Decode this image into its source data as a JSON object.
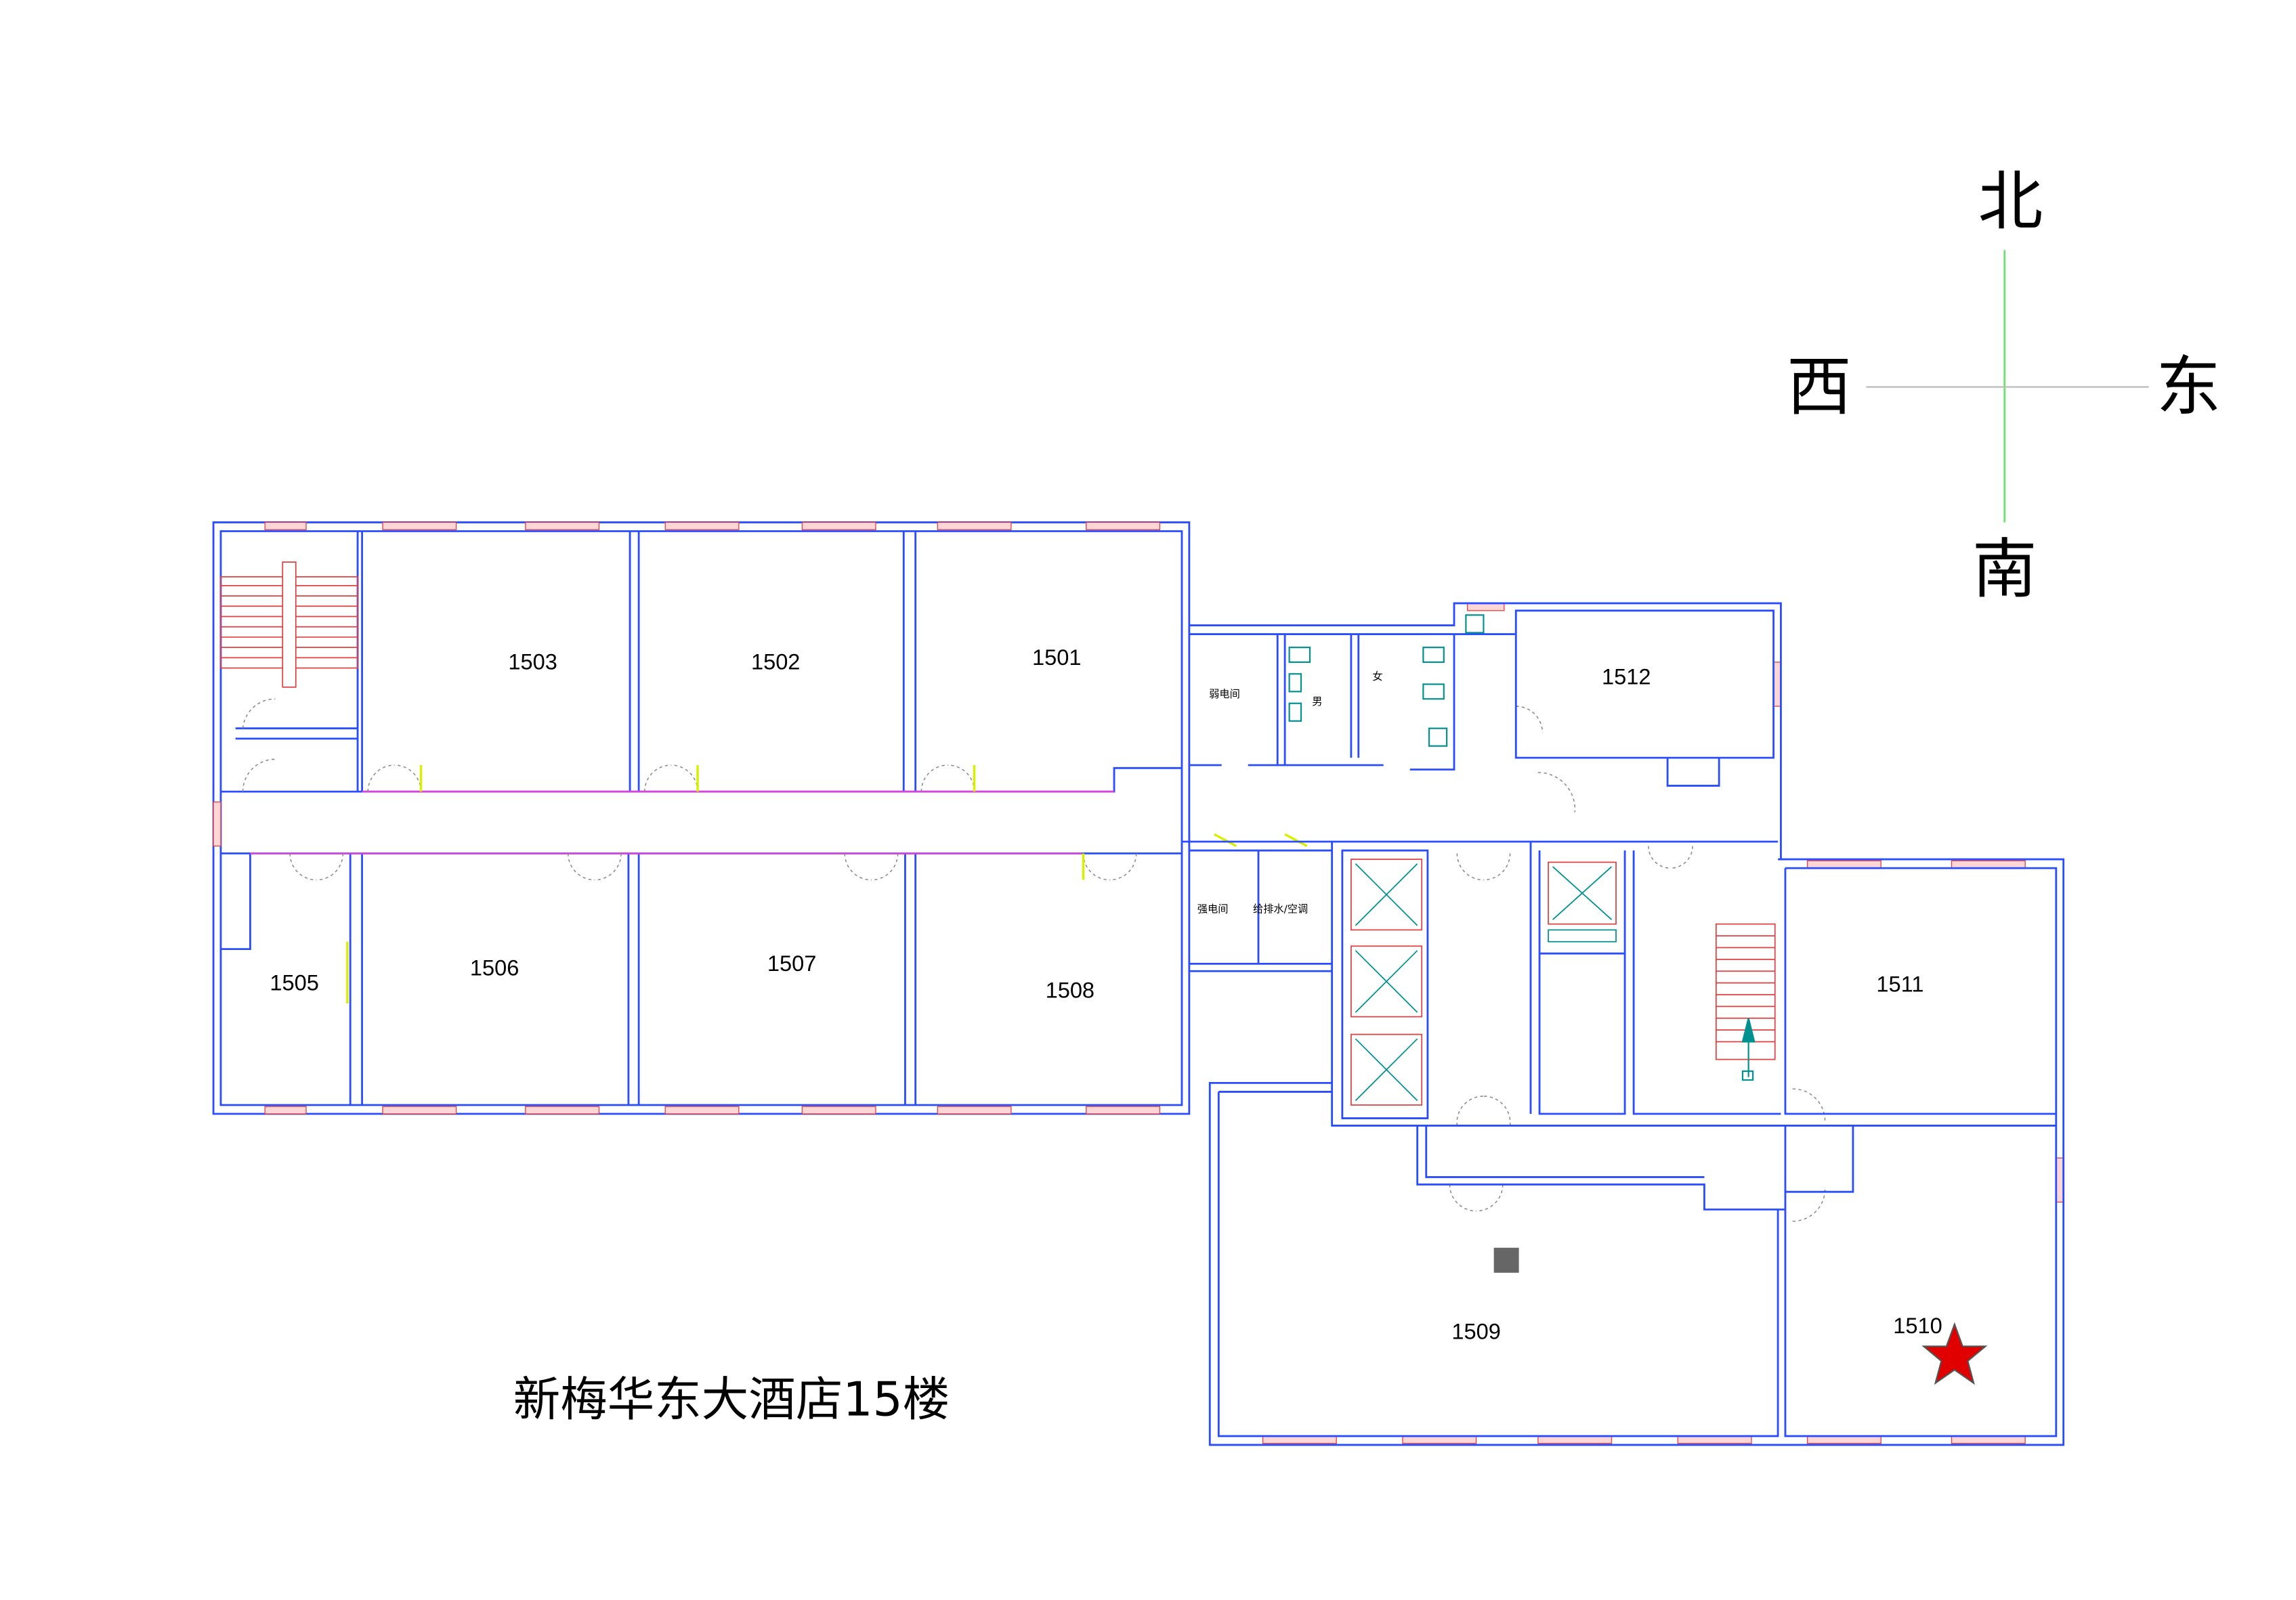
{
  "title": "新梅华东大酒店15楼",
  "compass": {
    "north": "北",
    "south": "南",
    "east": "东",
    "west": "西"
  },
  "rooms": {
    "r1501": "1501",
    "r1502": "1502",
    "r1503": "1503",
    "r1505": "1505",
    "r1506": "1506",
    "r1507": "1507",
    "r1508": "1508",
    "r1509": "1509",
    "r1510": "1510",
    "r1511": "1511",
    "r1512": "1512"
  },
  "utility_labels": {
    "weak_current": "弱电间",
    "strong_current": "强电间",
    "plumbing_ac": "给排水/空调",
    "male": "男",
    "female": "女"
  },
  "colors": {
    "wall": "#2a4dff",
    "window": "#e04040",
    "marker_star": "#e00000",
    "compass_ns": "#6ee06e"
  }
}
